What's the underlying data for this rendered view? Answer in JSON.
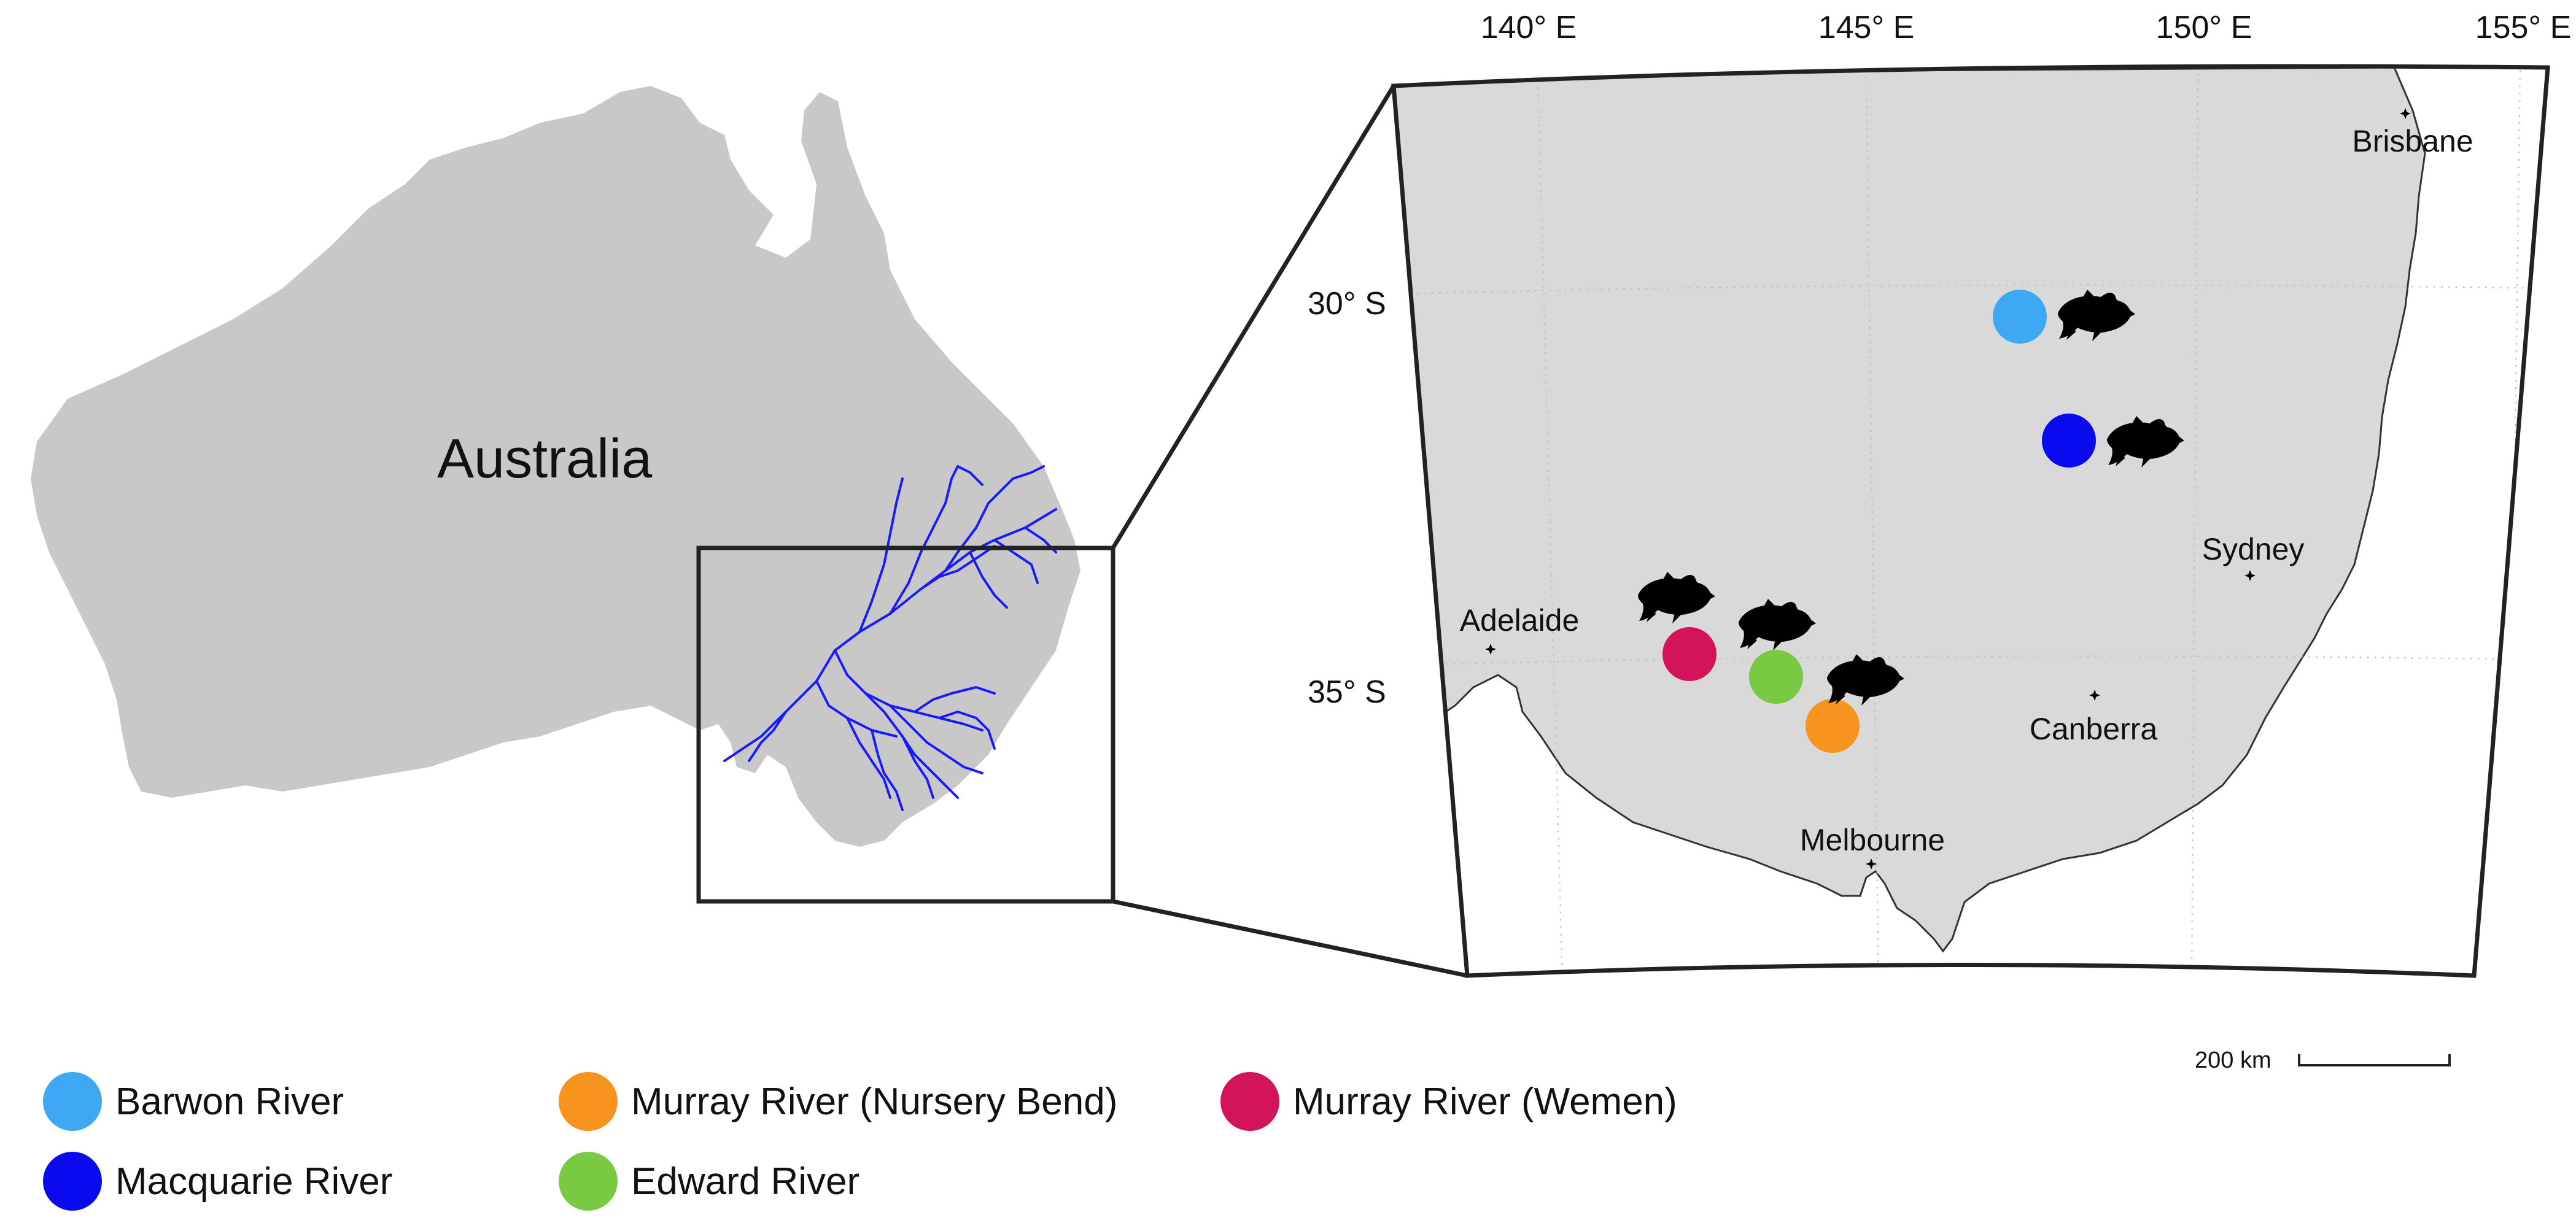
{
  "overview": {
    "country_label": "Australia"
  },
  "inset": {
    "longitude_labels": [
      "140° E",
      "145° E",
      "150° E",
      "155° E"
    ],
    "latitude_labels": [
      "30° S",
      "35° S"
    ],
    "cities": [
      {
        "id": "brisbane",
        "name": "Brisbane"
      },
      {
        "id": "sydney",
        "name": "Sydney"
      },
      {
        "id": "adelaide",
        "name": "Adelaide"
      },
      {
        "id": "canberra",
        "name": "Canberra"
      },
      {
        "id": "melbourne",
        "name": "Melbourne"
      }
    ],
    "scale_bar": {
      "label": "200 km"
    }
  },
  "colors": {
    "land": "#d9d9d9",
    "rivers": "#1a1aff",
    "barwon": "#3ea8f5",
    "macquarie": "#0a0aee",
    "nursery_bend": "#f7941d",
    "edward": "#7ac943",
    "wemen": "#d4145a"
  },
  "legend": [
    {
      "id": "barwon",
      "label": "Barwon River",
      "color": "#3ea8f5"
    },
    {
      "id": "nursery-bend",
      "label": "Murray River (Nursery Bend)",
      "color": "#f7941d"
    },
    {
      "id": "wemen",
      "label": "Murray River (Wemen)",
      "color": "#d4145a"
    },
    {
      "id": "macquarie",
      "label": "Macquarie River",
      "color": "#0a0aee"
    },
    {
      "id": "edward",
      "label": "Edward River",
      "color": "#7ac943"
    }
  ],
  "icons": {
    "site_marker": "fish-icon",
    "city_marker": "star-icon"
  }
}
